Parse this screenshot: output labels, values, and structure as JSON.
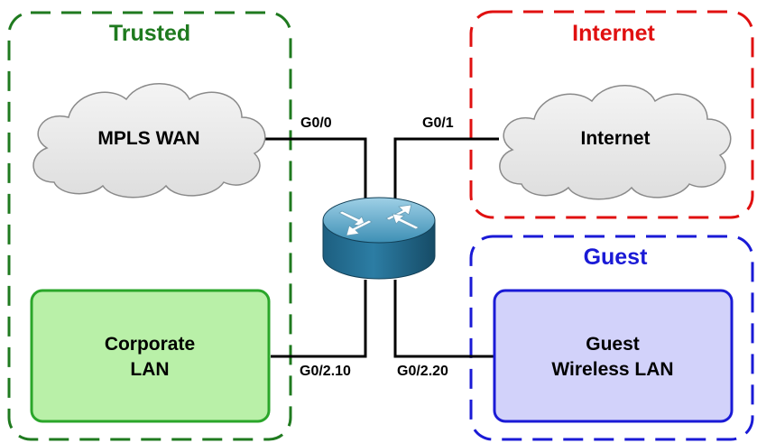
{
  "zones": {
    "trusted": {
      "title": "Trusted",
      "color": "#1f7a1f"
    },
    "internet": {
      "title": "Internet",
      "color": "#e01010"
    },
    "guest": {
      "title": "Guest",
      "color": "#1a1ad6"
    }
  },
  "nodes": {
    "mpls_wan": {
      "label": "MPLS WAN",
      "shape": "cloud"
    },
    "internet": {
      "label": "Internet",
      "shape": "cloud"
    },
    "corporate_lan": {
      "lines": [
        "Corporate",
        "LAN"
      ],
      "fill": "#b9f0a8",
      "stroke": "#2aa62a"
    },
    "guest_wlan": {
      "lines": [
        "Guest",
        "Wireless LAN"
      ],
      "fill": "#d2d2fa",
      "stroke": "#1a1ad6"
    },
    "router": {
      "icon": "router-icon"
    }
  },
  "ports": {
    "g0_0": "G0/0",
    "g0_1": "G0/1",
    "g0_2_10": "G0/2.10",
    "g0_2_20": "G0/2.20"
  }
}
